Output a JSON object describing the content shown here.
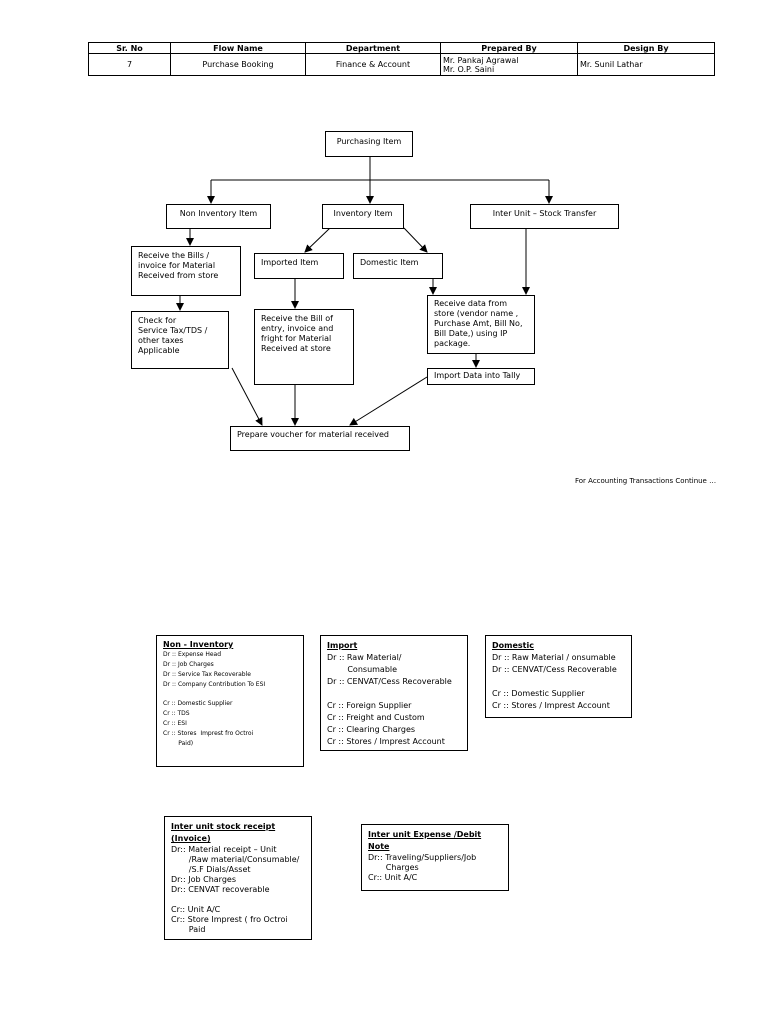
{
  "header": {
    "columns": [
      "Sr. No",
      "Flow Name",
      "Department",
      "Prepared By",
      "Design By"
    ],
    "row": {
      "sr_no": "7",
      "flow_name": "Purchase Booking",
      "department": "Finance & Account",
      "prepared_by_1": "Mr. Pankaj Agrawal",
      "prepared_by_2": "Mr. O.P. Saini",
      "design_by": "Mr. Sunil Lathar"
    }
  },
  "flow": {
    "purchasing_item": "Purchasing Item",
    "non_inventory": "Non Inventory Item",
    "inventory": "Inventory Item",
    "inter_unit": "Inter Unit – Stock Transfer",
    "receive_bills": "Receive the Bills /\ninvoice for  Material\nReceived from store",
    "imported": "Imported Item",
    "domestic": "Domestic Item",
    "check_taxes": "Check for\nService Tax/TDS /\nother taxes\nApplicable",
    "receive_bill_entry": "Receive the Bill of\nentry, invoice and\nfright for Material\nReceived at store",
    "receive_data": "Receive data from\nstore (vendor name ,\nPurchase Amt, Bill No,\nBill Date,) using  IP\npackage.",
    "import_tally": "Import Data into Tally",
    "prepare_voucher": "Prepare voucher for material received"
  },
  "continue_note": "For Accounting Transactions Continue …",
  "accounting": {
    "non_inventory": {
      "title": "Non - Inventory",
      "lines": [
        "Dr :: Expense Head",
        "Dr :: Job Charges",
        "Dr :: Service Tax Recoverable",
        "Dr :: Company Contribution To ESI",
        "",
        "Cr :: Domestic Supplier",
        "Cr :: TDS",
        "Cr :: ESI",
        "Cr :: Stores  Imprest fro Octroi",
        "        Paid)"
      ]
    },
    "import": {
      "title": "Import",
      "lines": [
        "Dr :: Raw Material/",
        "        Consumable",
        "Dr :: CENVAT/Cess Recoverable",
        "",
        "Cr :: Foreign Supplier",
        "Cr :: Freight and Custom",
        "Cr :: Clearing Charges",
        "Cr :: Stores / Imprest Account"
      ]
    },
    "domestic": {
      "title": "Domestic ",
      "lines": [
        "Dr :: Raw Material / onsumable",
        "Dr :: CENVAT/Cess Recoverable",
        "",
        "Cr :: Domestic Supplier",
        "Cr :: Stores / Imprest Account"
      ]
    },
    "inter_unit_receipt": {
      "title": "Inter unit stock receipt\n(Invoice)",
      "lines": [
        "Dr:: Material receipt – Unit",
        "       /Raw material/Consumable/",
        "       /S.F Dials/Asset",
        "Dr:: Job Charges",
        "Dr:: CENVAT recoverable",
        "",
        "Cr:: Unit A/C",
        "Cr:: Store Imprest ( fro Octroi",
        "       Paid"
      ]
    },
    "inter_unit_expense": {
      "title": "Inter unit Expense /Debit\nNote",
      "lines": [
        "Dr:: Traveling/Suppliers/Job",
        "       Charges",
        "Cr:: Unit A/C"
      ]
    }
  }
}
